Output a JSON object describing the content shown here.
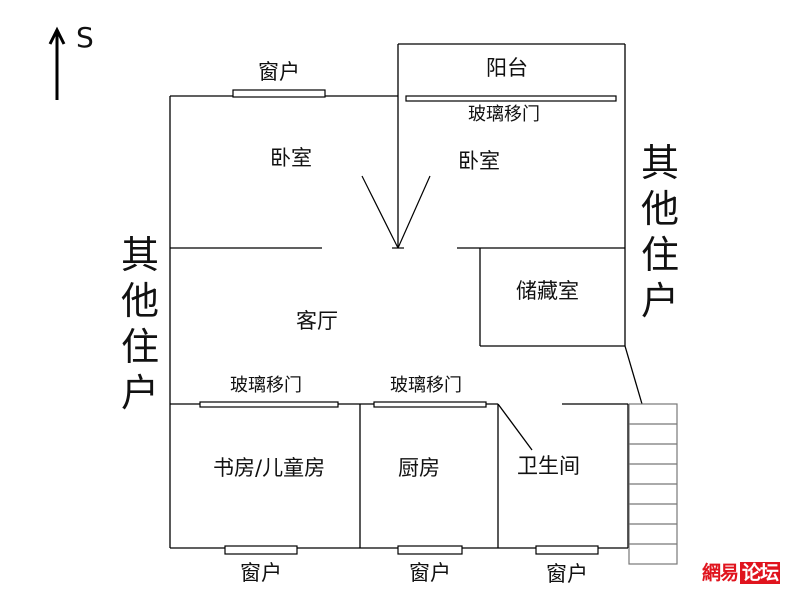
{
  "north_label": "S",
  "rooms": {
    "balcony": "阳台",
    "bedroom_left": "卧室",
    "bedroom_right": "卧室",
    "living_room": "客厅",
    "storage": "储藏室",
    "study": "书房/儿童房",
    "kitchen": "厨房",
    "bathroom": "卫生间"
  },
  "labels": {
    "window_top": "窗户",
    "glass_door_balcony": "玻璃移门",
    "glass_door_study": "玻璃移门",
    "glass_door_kitchen": "玻璃移门",
    "window_bottom_study": "窗户",
    "window_bottom_kitchen": "窗户",
    "window_bottom_bath": "窗户",
    "neighbors_left": "其他住户",
    "neighbors_right": "其他住户"
  },
  "watermark": {
    "part1": "網易",
    "part2": "论坛",
    "color": "#e0141e"
  }
}
